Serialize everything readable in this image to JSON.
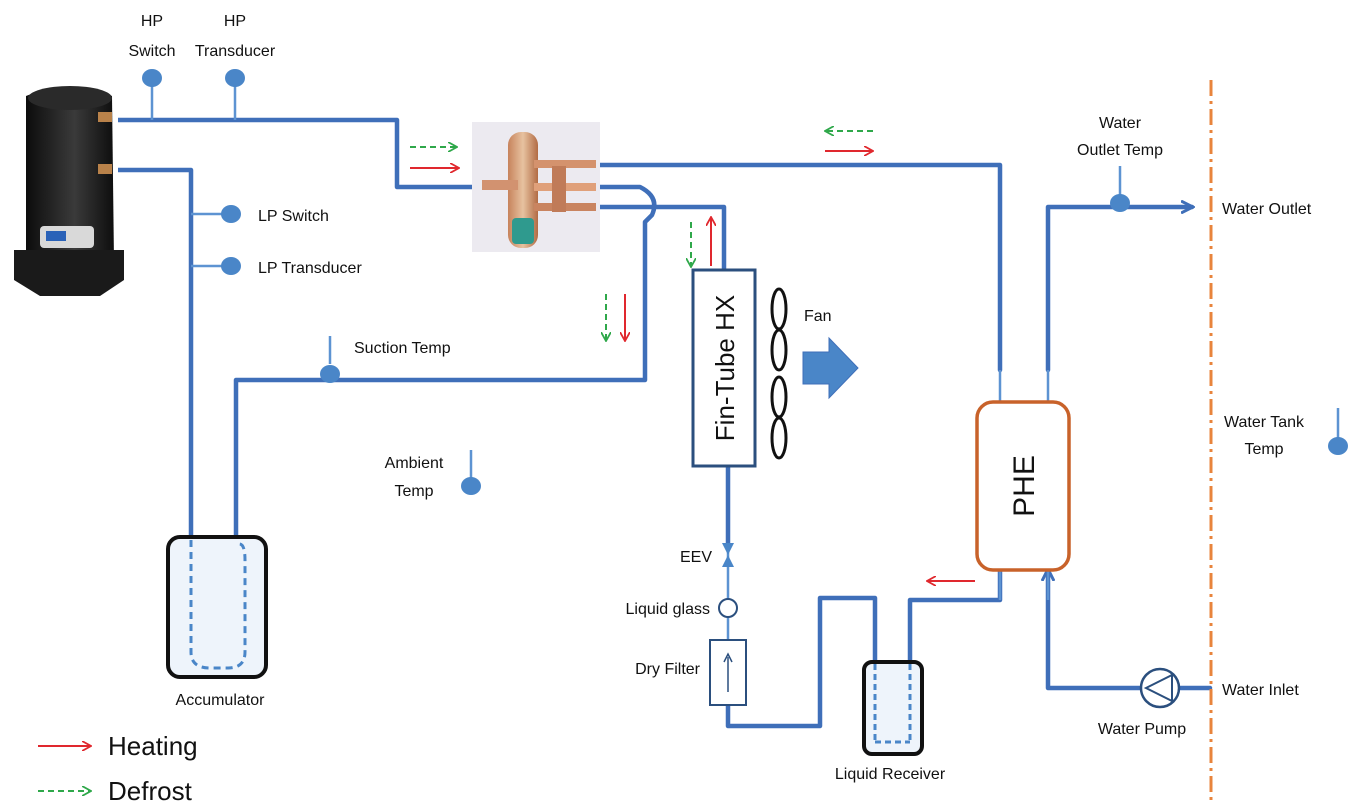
{
  "labels": {
    "hp_switch": [
      "HP",
      "Switch"
    ],
    "hp_transducer": [
      "HP",
      "Transducer"
    ],
    "lp_switch": "LP Switch",
    "lp_transducer": "LP Transducer",
    "suction_temp": "Suction Temp",
    "ambient_temp": [
      "Ambient",
      "Temp"
    ],
    "accumulator": "Accumulator",
    "fin_tube_hx": "Fin-Tube HX",
    "fan": "Fan",
    "eev": "EEV",
    "liquid_glass": "Liquid glass",
    "dry_filter": "Dry Filter",
    "liquid_receiver": "Liquid Receiver",
    "phe": "PHE",
    "water_outlet_temp": [
      "Water",
      "Outlet Temp"
    ],
    "water_outlet": "Water Outlet",
    "water_tank_temp": [
      "Water Tank",
      "Temp"
    ],
    "water_inlet": "Water Inlet",
    "water_pump": "Water Pump"
  },
  "legend": {
    "heating": "Heating",
    "defrost": "Defrost"
  },
  "colors": {
    "pipe": "#3f6fb9",
    "sensor": "#4a86c8",
    "heating_arrow": "#e0282e",
    "defrost_arrow": "#2fa84a",
    "phe_border": "#c8622a",
    "tank_boundary": "#e8843c",
    "fan_arrow": "#4a86c8"
  }
}
